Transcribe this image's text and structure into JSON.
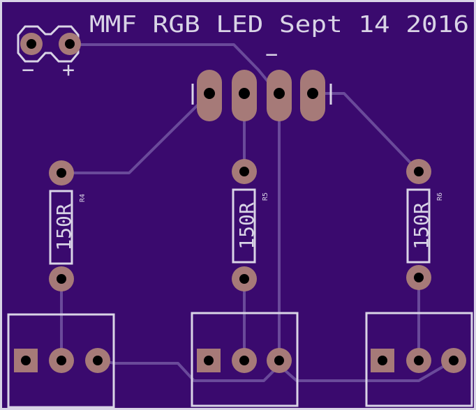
{
  "board": {
    "title": "MMF RGB LED Sept 14 2016",
    "colors": {
      "board": "#3a0a6e",
      "silkscreen": "#d9d4e6",
      "copper_pad": "#a67a78",
      "trace": "#6a4a9a",
      "drill": "#000000"
    }
  },
  "power_header": {
    "minus_label": "−",
    "plus_label": "+"
  },
  "led": {
    "polarity_label": "−"
  },
  "resistors": [
    {
      "ref": "R4",
      "value": "150R"
    },
    {
      "ref": "R5",
      "value": "150R"
    },
    {
      "ref": "R6",
      "value": "150R"
    }
  ]
}
